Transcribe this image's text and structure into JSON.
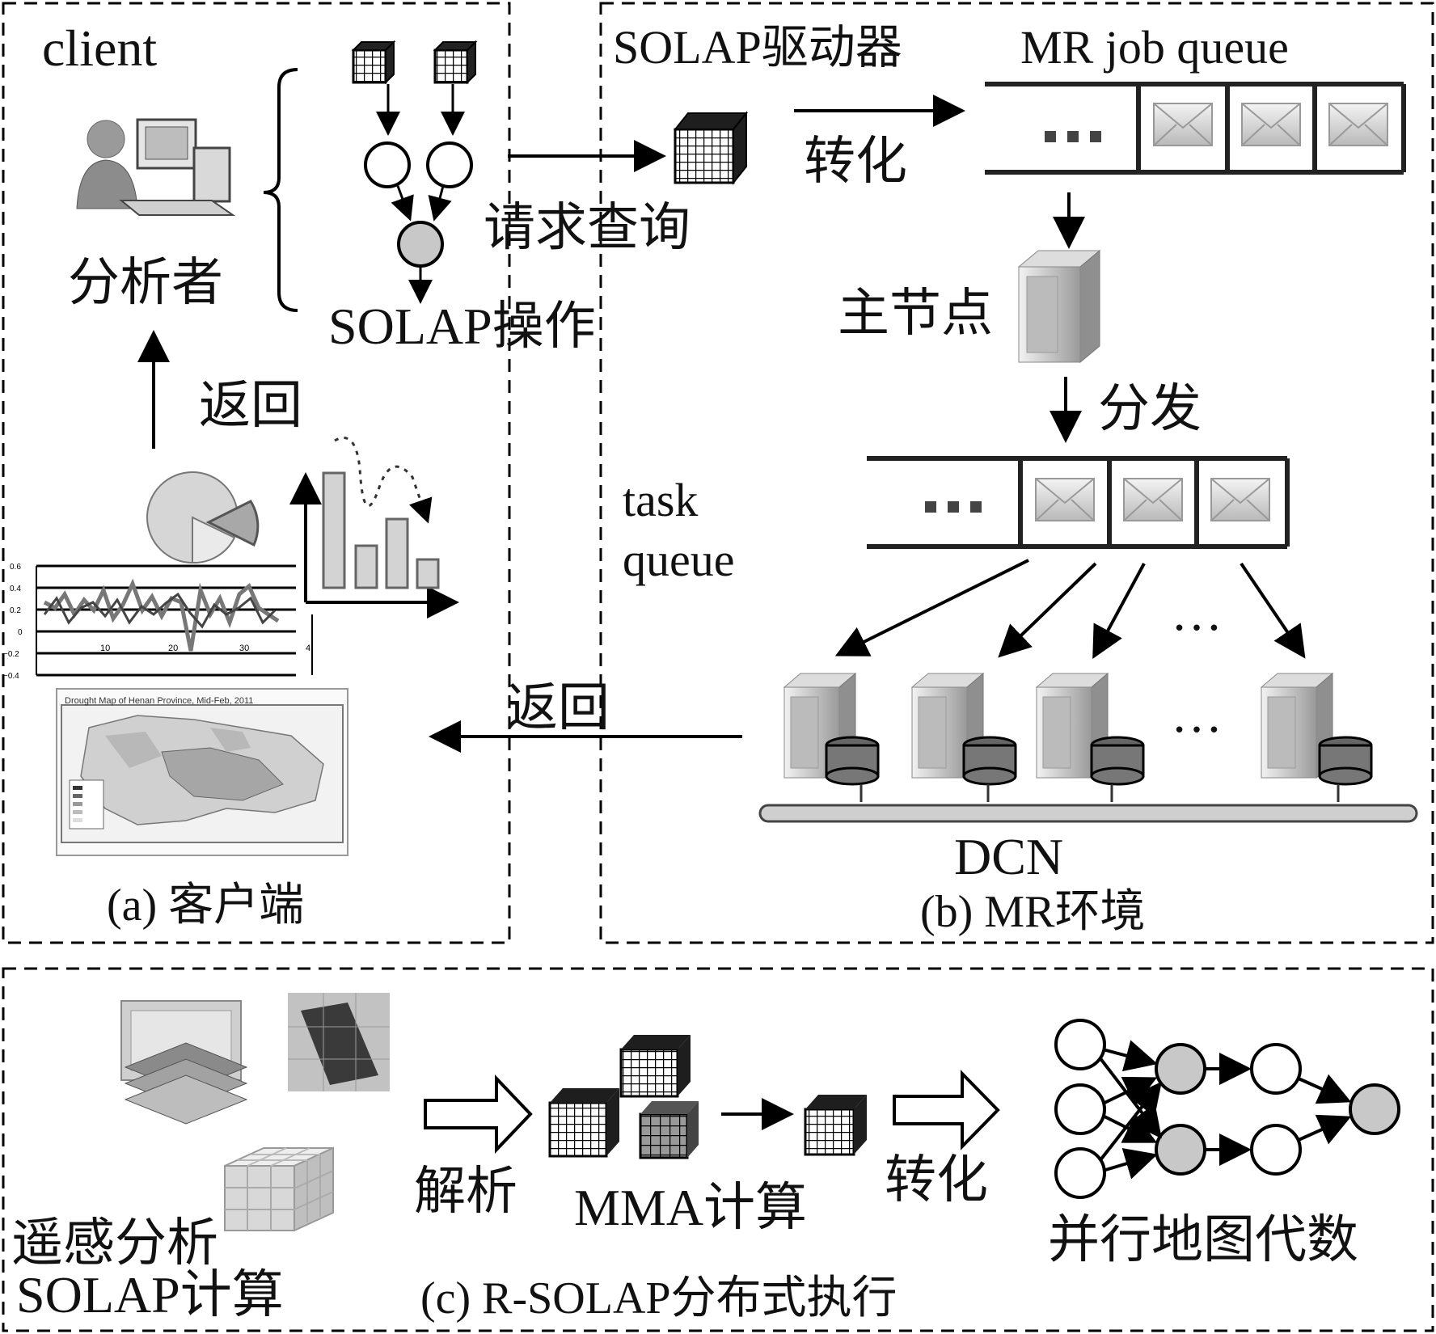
{
  "client": {
    "title": "client",
    "analyst": "分析者",
    "solap_op": "SOLAP操作",
    "request_query": "请求查询",
    "return_up": "返回",
    "caption": "(a) 客户端",
    "line_chart_y_ticks": [
      "0.6",
      "0.4",
      "0.2",
      "0",
      "−0.2",
      "−0.4"
    ],
    "line_chart_x_ticks": [
      "10",
      "20",
      "30",
      "4"
    ],
    "map_title": "Drought Map of Henan Province, Mid-Feb, 2011"
  },
  "mr_env": {
    "driver": "SOLAP驱动器",
    "job_queue": "MR job queue",
    "transform": "转化",
    "master": "主节点",
    "dispatch": "分发",
    "task_queue_line1": "task",
    "task_queue_line2": "queue",
    "ellipsis": "…",
    "queue_dots": "■ ■ ■",
    "return_left": "返回",
    "network": "DCN",
    "caption": "(b) MR环境"
  },
  "execution": {
    "rs_line1": "遥感分析",
    "rs_line2": "SOLAP计算",
    "parse": "解析",
    "mma": "MMA计算",
    "transform": "转化",
    "algebra": "并行地图代数",
    "caption": "(c) R-SOLAP分布式执行"
  }
}
